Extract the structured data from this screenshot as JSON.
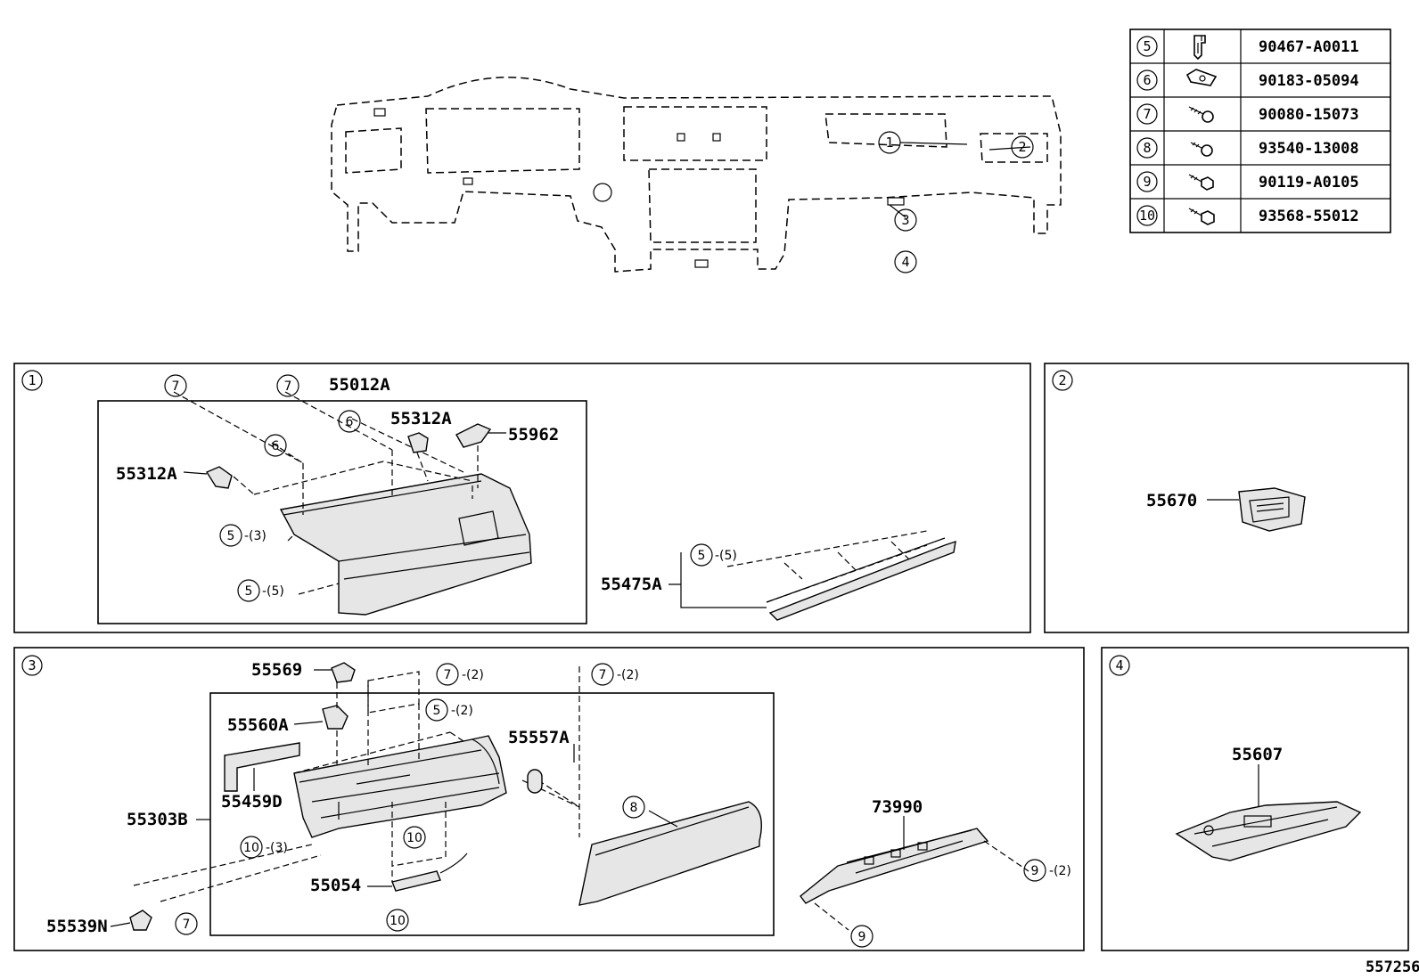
{
  "fastener_table": [
    {
      "ref": "5",
      "part_number": "90467-A0011",
      "icon": "clip-icon"
    },
    {
      "ref": "6",
      "part_number": "90183-05094",
      "icon": "nut-clip-icon"
    },
    {
      "ref": "7",
      "part_number": "90080-15073",
      "icon": "screw-icon"
    },
    {
      "ref": "8",
      "part_number": "93540-13008",
      "icon": "screw-icon"
    },
    {
      "ref": "9",
      "part_number": "90119-A0105",
      "icon": "bolt-icon"
    },
    {
      "ref": "10",
      "part_number": "93568-55012",
      "icon": "bolt-icon"
    }
  ],
  "overview_callouts": [
    "1",
    "2",
    "3",
    "4"
  ],
  "panel1": {
    "id": "1",
    "parts": {
      "p55012A": "55012A",
      "p55312A_top": "55312A",
      "p55962": "55962",
      "p55312A_left": "55312A",
      "p55475A": "55475A"
    },
    "callouts": {
      "c7a": "7",
      "c7b": "7",
      "c6a": "6",
      "c6b": "6",
      "c5a": "5",
      "c5a_qty": "-(3)",
      "c5b": "5",
      "c5b_qty": "-(5)",
      "c5c": "5",
      "c5c_qty": "-(5)"
    }
  },
  "panel2": {
    "id": "2",
    "parts": {
      "p55670": "55670"
    }
  },
  "panel3": {
    "id": "3",
    "parts": {
      "p55569": "55569",
      "p55560A": "55560A",
      "p55557A": "55557A",
      "p55459D": "55459D",
      "p55303B": "55303B",
      "p55054": "55054",
      "p55539N": "55539N",
      "p73990": "73990"
    },
    "callouts": {
      "c7a": "7",
      "c7a_qty": "-(2)",
      "c7b": "7",
      "c7b_qty": "-(2)",
      "c5": "5",
      "c5_qty": "-(2)",
      "c8": "8",
      "c10a": "10",
      "c10a_qty": "-(3)",
      "c10b": "10",
      "c10c": "10",
      "c7c": "7",
      "c9a": "9",
      "c9a_qty": "-(2)",
      "c9b": "9"
    }
  },
  "panel4": {
    "id": "4",
    "parts": {
      "p55607": "55607"
    }
  },
  "illustration_number": "557256"
}
